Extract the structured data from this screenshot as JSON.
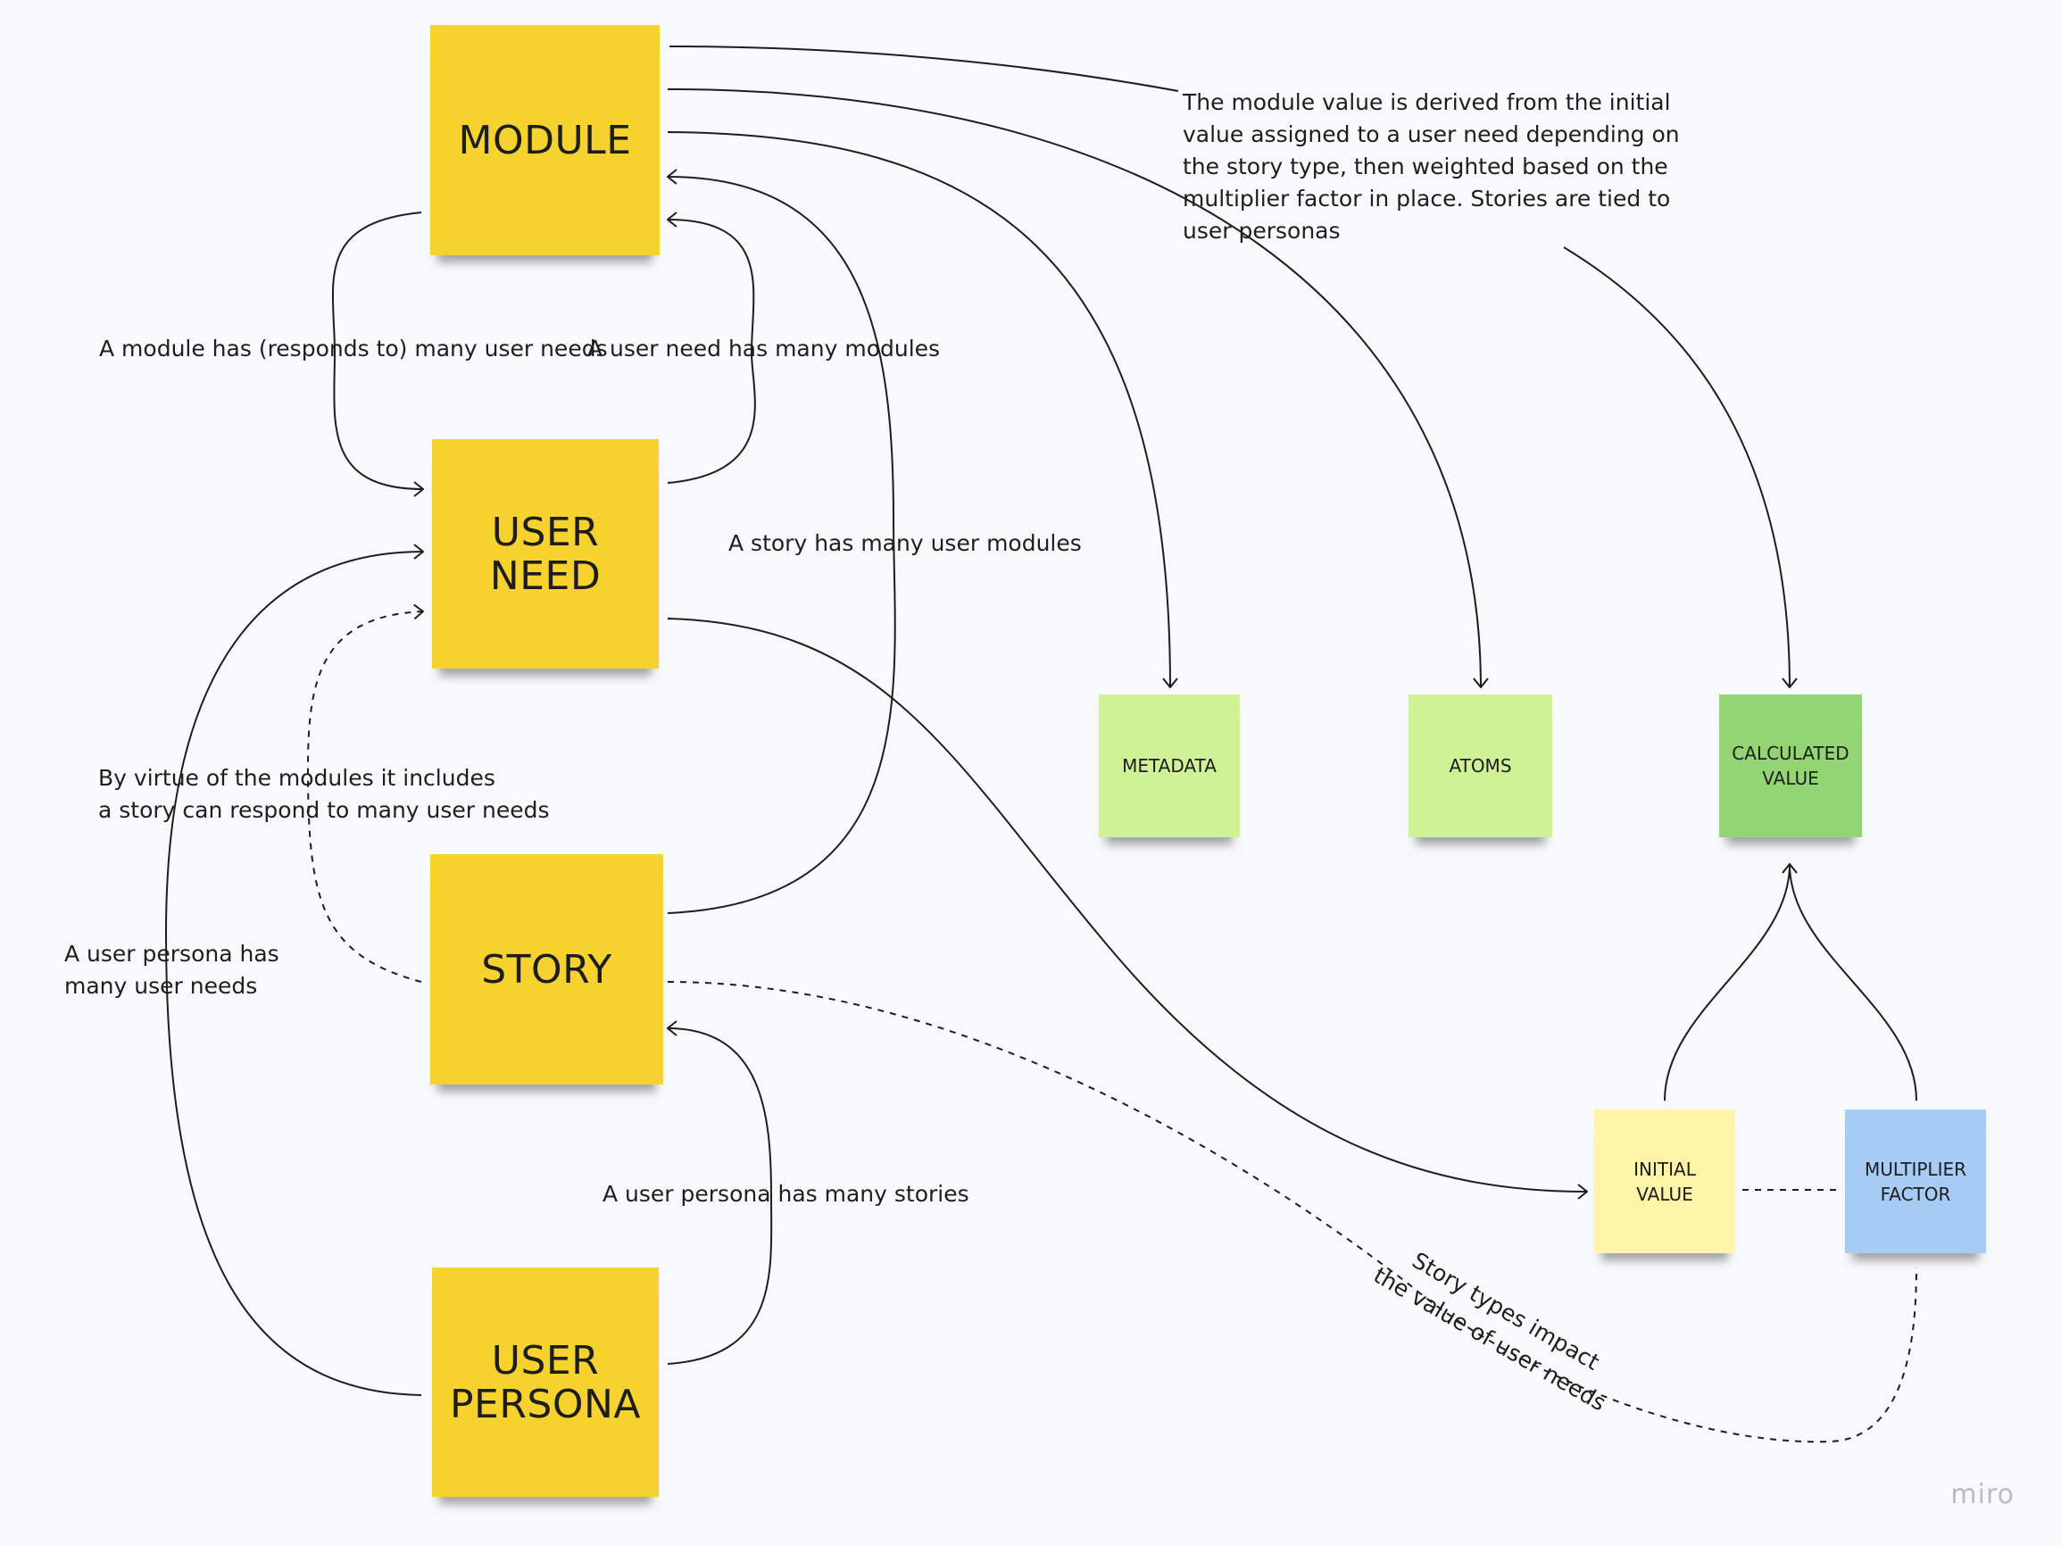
{
  "stickies": {
    "module": "MODULE",
    "user_need": "USER\nNEED",
    "story": "STORY",
    "user_persona": "USER\nPERSONA",
    "metadata": "METADATA",
    "atoms": "ATOMS",
    "calculated_value": "CALCULATED\nVALUE",
    "initial_value": "INITIAL\nVALUE",
    "multiplier_factor": "MULTIPLIER\nFACTOR"
  },
  "labels": {
    "module_has_needs": "A module has (responds to) many user needs",
    "need_has_modules": "A user need has many modules",
    "story_has_modules": "A story has many user modules",
    "story_responds_needs": "By virtue of the modules it includes\na story can respond to many user needs",
    "persona_has_needs": "A user persona has\nmany user needs",
    "persona_has_stories": "A user persona has many stories",
    "module_value_note": "The module value is derived from the initial\nvalue assigned to a user need depending on\nthe story type, then weighted based on the\nmultiplier factor in place. Stories are tied to\nuser personas",
    "story_types_note": "Story types impact\nthe value of user needs"
  },
  "colors": {
    "core_sticky": "#f5d22e",
    "output_sticky": "#d0f296",
    "calculated_sticky": "#93d474",
    "initial_sticky": "#fff5a8",
    "multiplier_sticky": "#a6ccf5",
    "connector": "#1e1e1e",
    "background": "#f8f9fb"
  },
  "logo": "miro"
}
